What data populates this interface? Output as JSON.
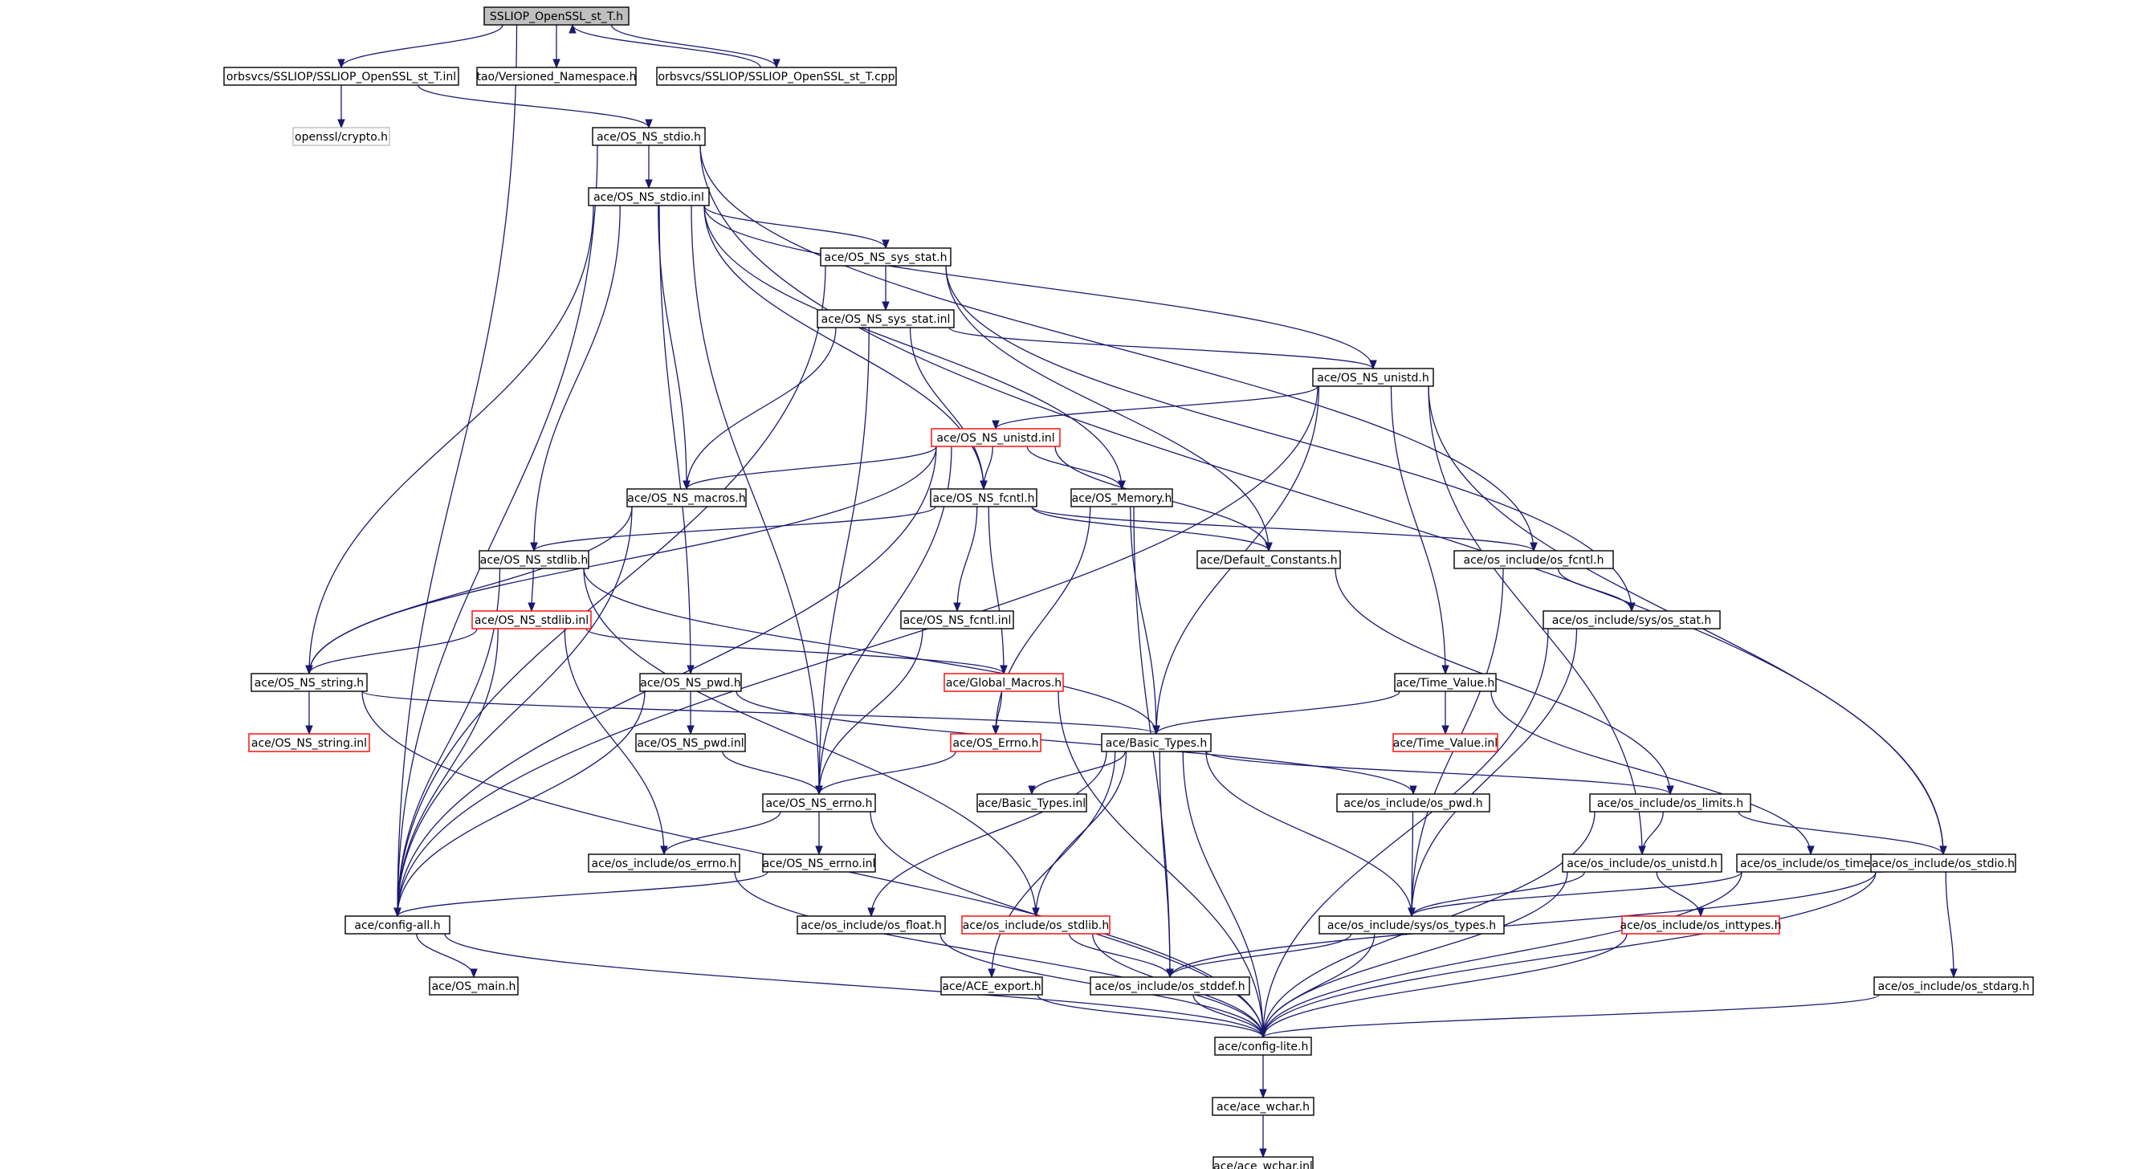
{
  "graph": {
    "colors": {
      "edge": "#191970",
      "node_border": "#000000",
      "node_border_incomplete": "#ff0000",
      "node_border_external": "#bfbfbf",
      "root_fill": "#bfbfbf"
    },
    "nodes": [
      {
        "id": "root",
        "label": "SSLIOP_OpenSSL_st_T.h",
        "kind": "root"
      },
      {
        "id": "sslinl",
        "label": "orbsvcs/SSLIOP/SSLIOP_OpenSSL_st_T.inl",
        "kind": "normal"
      },
      {
        "id": "versioned",
        "label": "tao/Versioned_Namespace.h",
        "kind": "normal"
      },
      {
        "id": "sslcpp",
        "label": "orbsvcs/SSLIOP/SSLIOP_OpenSSL_st_T.cpp",
        "kind": "normal"
      },
      {
        "id": "crypto",
        "label": "openssl/crypto.h",
        "kind": "external"
      },
      {
        "id": "stdio_h",
        "label": "ace/OS_NS_stdio.h",
        "kind": "normal"
      },
      {
        "id": "stdio_inl",
        "label": "ace/OS_NS_stdio.inl",
        "kind": "normal"
      },
      {
        "id": "sysstat_h",
        "label": "ace/OS_NS_sys_stat.h",
        "kind": "normal"
      },
      {
        "id": "sysstat_inl",
        "label": "ace/OS_NS_sys_stat.inl",
        "kind": "normal"
      },
      {
        "id": "unistd_h",
        "label": "ace/OS_NS_unistd.h",
        "kind": "normal"
      },
      {
        "id": "unistd_inl",
        "label": "ace/OS_NS_unistd.inl",
        "kind": "incomplete"
      },
      {
        "id": "macros",
        "label": "ace/OS_NS_macros.h",
        "kind": "normal"
      },
      {
        "id": "fcntl_h",
        "label": "ace/OS_NS_fcntl.h",
        "kind": "normal"
      },
      {
        "id": "memory",
        "label": "ace/OS_Memory.h",
        "kind": "normal"
      },
      {
        "id": "stdlib_h",
        "label": "ace/OS_NS_stdlib.h",
        "kind": "normal"
      },
      {
        "id": "defconst",
        "label": "ace/Default_Constants.h",
        "kind": "normal"
      },
      {
        "id": "os_fcntl",
        "label": "ace/os_include/os_fcntl.h",
        "kind": "normal"
      },
      {
        "id": "stdlib_inl",
        "label": "ace/OS_NS_stdlib.inl",
        "kind": "incomplete"
      },
      {
        "id": "fcntl_inl",
        "label": "ace/OS_NS_fcntl.inl",
        "kind": "normal"
      },
      {
        "id": "sys_os_stat",
        "label": "ace/os_include/sys/os_stat.h",
        "kind": "normal"
      },
      {
        "id": "string_h",
        "label": "ace/OS_NS_string.h",
        "kind": "normal"
      },
      {
        "id": "pwd_h",
        "label": "ace/OS_NS_pwd.h",
        "kind": "normal"
      },
      {
        "id": "globalmacros",
        "label": "ace/Global_Macros.h",
        "kind": "incomplete"
      },
      {
        "id": "timevalue",
        "label": "ace/Time_Value.h",
        "kind": "normal"
      },
      {
        "id": "string_inl",
        "label": "ace/OS_NS_string.inl",
        "kind": "incomplete"
      },
      {
        "id": "pwd_inl",
        "label": "ace/OS_NS_pwd.inl",
        "kind": "normal"
      },
      {
        "id": "oserrno",
        "label": "ace/OS_Errno.h",
        "kind": "incomplete"
      },
      {
        "id": "basictypes",
        "label": "ace/Basic_Types.h",
        "kind": "normal"
      },
      {
        "id": "timevalue_inl",
        "label": "ace/Time_Value.inl",
        "kind": "incomplete"
      },
      {
        "id": "errno_h",
        "label": "ace/OS_NS_errno.h",
        "kind": "normal"
      },
      {
        "id": "basictypes_inl",
        "label": "ace/Basic_Types.inl",
        "kind": "normal"
      },
      {
        "id": "os_pwd",
        "label": "ace/os_include/os_pwd.h",
        "kind": "normal"
      },
      {
        "id": "os_limits",
        "label": "ace/os_include/os_limits.h",
        "kind": "normal"
      },
      {
        "id": "os_errno",
        "label": "ace/os_include/os_errno.h",
        "kind": "normal"
      },
      {
        "id": "errno_inl",
        "label": "ace/OS_NS_errno.inl",
        "kind": "normal"
      },
      {
        "id": "os_unistd",
        "label": "ace/os_include/os_unistd.h",
        "kind": "normal"
      },
      {
        "id": "os_time",
        "label": "ace/os_include/os_time.h",
        "kind": "normal"
      },
      {
        "id": "os_stdio",
        "label": "ace/os_include/os_stdio.h",
        "kind": "normal"
      },
      {
        "id": "configall",
        "label": "ace/config-all.h",
        "kind": "normal"
      },
      {
        "id": "os_float",
        "label": "ace/os_include/os_float.h",
        "kind": "normal"
      },
      {
        "id": "os_stdlib",
        "label": "ace/os_include/os_stdlib.h",
        "kind": "incomplete"
      },
      {
        "id": "sys_os_types",
        "label": "ace/os_include/sys/os_types.h",
        "kind": "normal"
      },
      {
        "id": "os_inttypes",
        "label": "ace/os_include/os_inttypes.h",
        "kind": "incomplete"
      },
      {
        "id": "osmain",
        "label": "ace/OS_main.h",
        "kind": "normal"
      },
      {
        "id": "aceexport",
        "label": "ace/ACE_export.h",
        "kind": "normal"
      },
      {
        "id": "os_stddef",
        "label": "ace/os_include/os_stddef.h",
        "kind": "normal"
      },
      {
        "id": "os_stdarg",
        "label": "ace/os_include/os_stdarg.h",
        "kind": "normal"
      },
      {
        "id": "configlite",
        "label": "ace/config-lite.h",
        "kind": "normal"
      },
      {
        "id": "acewchar_h",
        "label": "ace/ace_wchar.h",
        "kind": "normal"
      },
      {
        "id": "acewchar_inl",
        "label": "ace/ace_wchar.inl",
        "kind": "normal"
      }
    ],
    "edges": [
      [
        "root",
        "sslinl"
      ],
      [
        "root",
        "versioned"
      ],
      [
        "root",
        "sslcpp"
      ],
      [
        "sslcpp",
        "root"
      ],
      [
        "root",
        "configall"
      ],
      [
        "sslinl",
        "crypto"
      ],
      [
        "sslinl",
        "stdio_h"
      ],
      [
        "stdio_h",
        "stdio_inl"
      ],
      [
        "stdio_h",
        "configall"
      ],
      [
        "stdio_h",
        "os_stdio"
      ],
      [
        "stdio_h",
        "os_fcntl"
      ],
      [
        "stdio_inl",
        "sysstat_h"
      ],
      [
        "stdio_inl",
        "unistd_h"
      ],
      [
        "stdio_inl",
        "macros"
      ],
      [
        "stdio_inl",
        "fcntl_h"
      ],
      [
        "stdio_inl",
        "memory"
      ],
      [
        "stdio_inl",
        "stdlib_h"
      ],
      [
        "stdio_inl",
        "string_h"
      ],
      [
        "stdio_inl",
        "pwd_h"
      ],
      [
        "stdio_inl",
        "errno_h"
      ],
      [
        "sysstat_h",
        "sysstat_inl"
      ],
      [
        "sysstat_h",
        "configall"
      ],
      [
        "sysstat_h",
        "sys_os_stat"
      ],
      [
        "sysstat_h",
        "defconst"
      ],
      [
        "sysstat_inl",
        "unistd_h"
      ],
      [
        "sysstat_inl",
        "macros"
      ],
      [
        "sysstat_inl",
        "fcntl_h"
      ],
      [
        "sysstat_inl",
        "errno_h"
      ],
      [
        "unistd_h",
        "unistd_inl"
      ],
      [
        "unistd_h",
        "configall"
      ],
      [
        "unistd_h",
        "basictypes"
      ],
      [
        "unistd_h",
        "timevalue"
      ],
      [
        "unistd_h",
        "os_unistd"
      ],
      [
        "unistd_h",
        "os_stdio"
      ],
      [
        "unistd_inl",
        "macros"
      ],
      [
        "unistd_inl",
        "fcntl_h"
      ],
      [
        "unistd_inl",
        "memory"
      ],
      [
        "unistd_inl",
        "defconst"
      ],
      [
        "unistd_inl",
        "errno_h"
      ],
      [
        "unistd_inl",
        "string_h"
      ],
      [
        "unistd_inl",
        "configall"
      ],
      [
        "macros",
        "string_h"
      ],
      [
        "macros",
        "configall"
      ],
      [
        "fcntl_h",
        "fcntl_inl"
      ],
      [
        "fcntl_h",
        "globalmacros"
      ],
      [
        "fcntl_h",
        "os_fcntl"
      ],
      [
        "fcntl_h",
        "defconst"
      ],
      [
        "fcntl_h",
        "stdlib_h"
      ],
      [
        "memory",
        "basictypes"
      ],
      [
        "memory",
        "oserrno"
      ],
      [
        "memory",
        "os_stddef"
      ],
      [
        "stdlib_h",
        "stdlib_inl"
      ],
      [
        "stdlib_h",
        "configall"
      ],
      [
        "stdlib_h",
        "basictypes"
      ],
      [
        "stdlib_h",
        "os_stdlib"
      ],
      [
        "defconst",
        "os_limits"
      ],
      [
        "os_fcntl",
        "sys_os_stat"
      ],
      [
        "os_fcntl",
        "sys_os_types"
      ],
      [
        "stdlib_inl",
        "string_h"
      ],
      [
        "stdlib_inl",
        "globalmacros"
      ],
      [
        "stdlib_inl",
        "os_errno"
      ],
      [
        "stdlib_inl",
        "configall"
      ],
      [
        "fcntl_inl",
        "errno_h"
      ],
      [
        "sys_os_stat",
        "sys_os_types"
      ],
      [
        "sys_os_stat",
        "configlite"
      ],
      [
        "string_h",
        "string_inl"
      ],
      [
        "string_h",
        "basictypes"
      ],
      [
        "string_h",
        "configlite"
      ],
      [
        "pwd_h",
        "pwd_inl"
      ],
      [
        "pwd_h",
        "os_pwd"
      ],
      [
        "pwd_h",
        "configall"
      ],
      [
        "globalmacros",
        "oserrno"
      ],
      [
        "globalmacros",
        "configlite"
      ],
      [
        "timevalue",
        "timevalue_inl"
      ],
      [
        "timevalue",
        "basictypes"
      ],
      [
        "timevalue",
        "os_time"
      ],
      [
        "pwd_inl",
        "errno_h"
      ],
      [
        "oserrno",
        "errno_h"
      ],
      [
        "basictypes",
        "basictypes_inl"
      ],
      [
        "basictypes",
        "os_limits"
      ],
      [
        "basictypes",
        "os_float"
      ],
      [
        "basictypes",
        "os_stdlib"
      ],
      [
        "basictypes",
        "aceexport"
      ],
      [
        "basictypes",
        "os_stddef"
      ],
      [
        "basictypes",
        "configlite"
      ],
      [
        "basictypes",
        "sys_os_types"
      ],
      [
        "errno_h",
        "os_errno"
      ],
      [
        "errno_h",
        "errno_inl"
      ],
      [
        "errno_h",
        "configlite"
      ],
      [
        "os_pwd",
        "sys_os_types"
      ],
      [
        "os_limits",
        "os_unistd"
      ],
      [
        "os_limits",
        "os_stdio"
      ],
      [
        "os_limits",
        "configlite"
      ],
      [
        "os_errno",
        "configlite"
      ],
      [
        "errno_inl",
        "configall"
      ],
      [
        "os_unistd",
        "sys_os_types"
      ],
      [
        "os_unistd",
        "os_inttypes"
      ],
      [
        "os_unistd",
        "configlite"
      ],
      [
        "os_time",
        "sys_os_types"
      ],
      [
        "os_time",
        "configlite"
      ],
      [
        "os_stdio",
        "os_stdarg"
      ],
      [
        "os_stdio",
        "os_stddef"
      ],
      [
        "os_stdio",
        "configlite"
      ],
      [
        "configall",
        "osmain"
      ],
      [
        "configall",
        "configlite"
      ],
      [
        "os_float",
        "configlite"
      ],
      [
        "os_stdlib",
        "os_stddef"
      ],
      [
        "os_stdlib",
        "configlite"
      ],
      [
        "sys_os_types",
        "os_stddef"
      ],
      [
        "sys_os_types",
        "configlite"
      ],
      [
        "os_inttypes",
        "configlite"
      ],
      [
        "aceexport",
        "configlite"
      ],
      [
        "os_stddef",
        "configlite"
      ],
      [
        "os_stdarg",
        "configlite"
      ],
      [
        "configlite",
        "acewchar_h"
      ],
      [
        "acewchar_h",
        "acewchar_inl"
      ]
    ]
  }
}
